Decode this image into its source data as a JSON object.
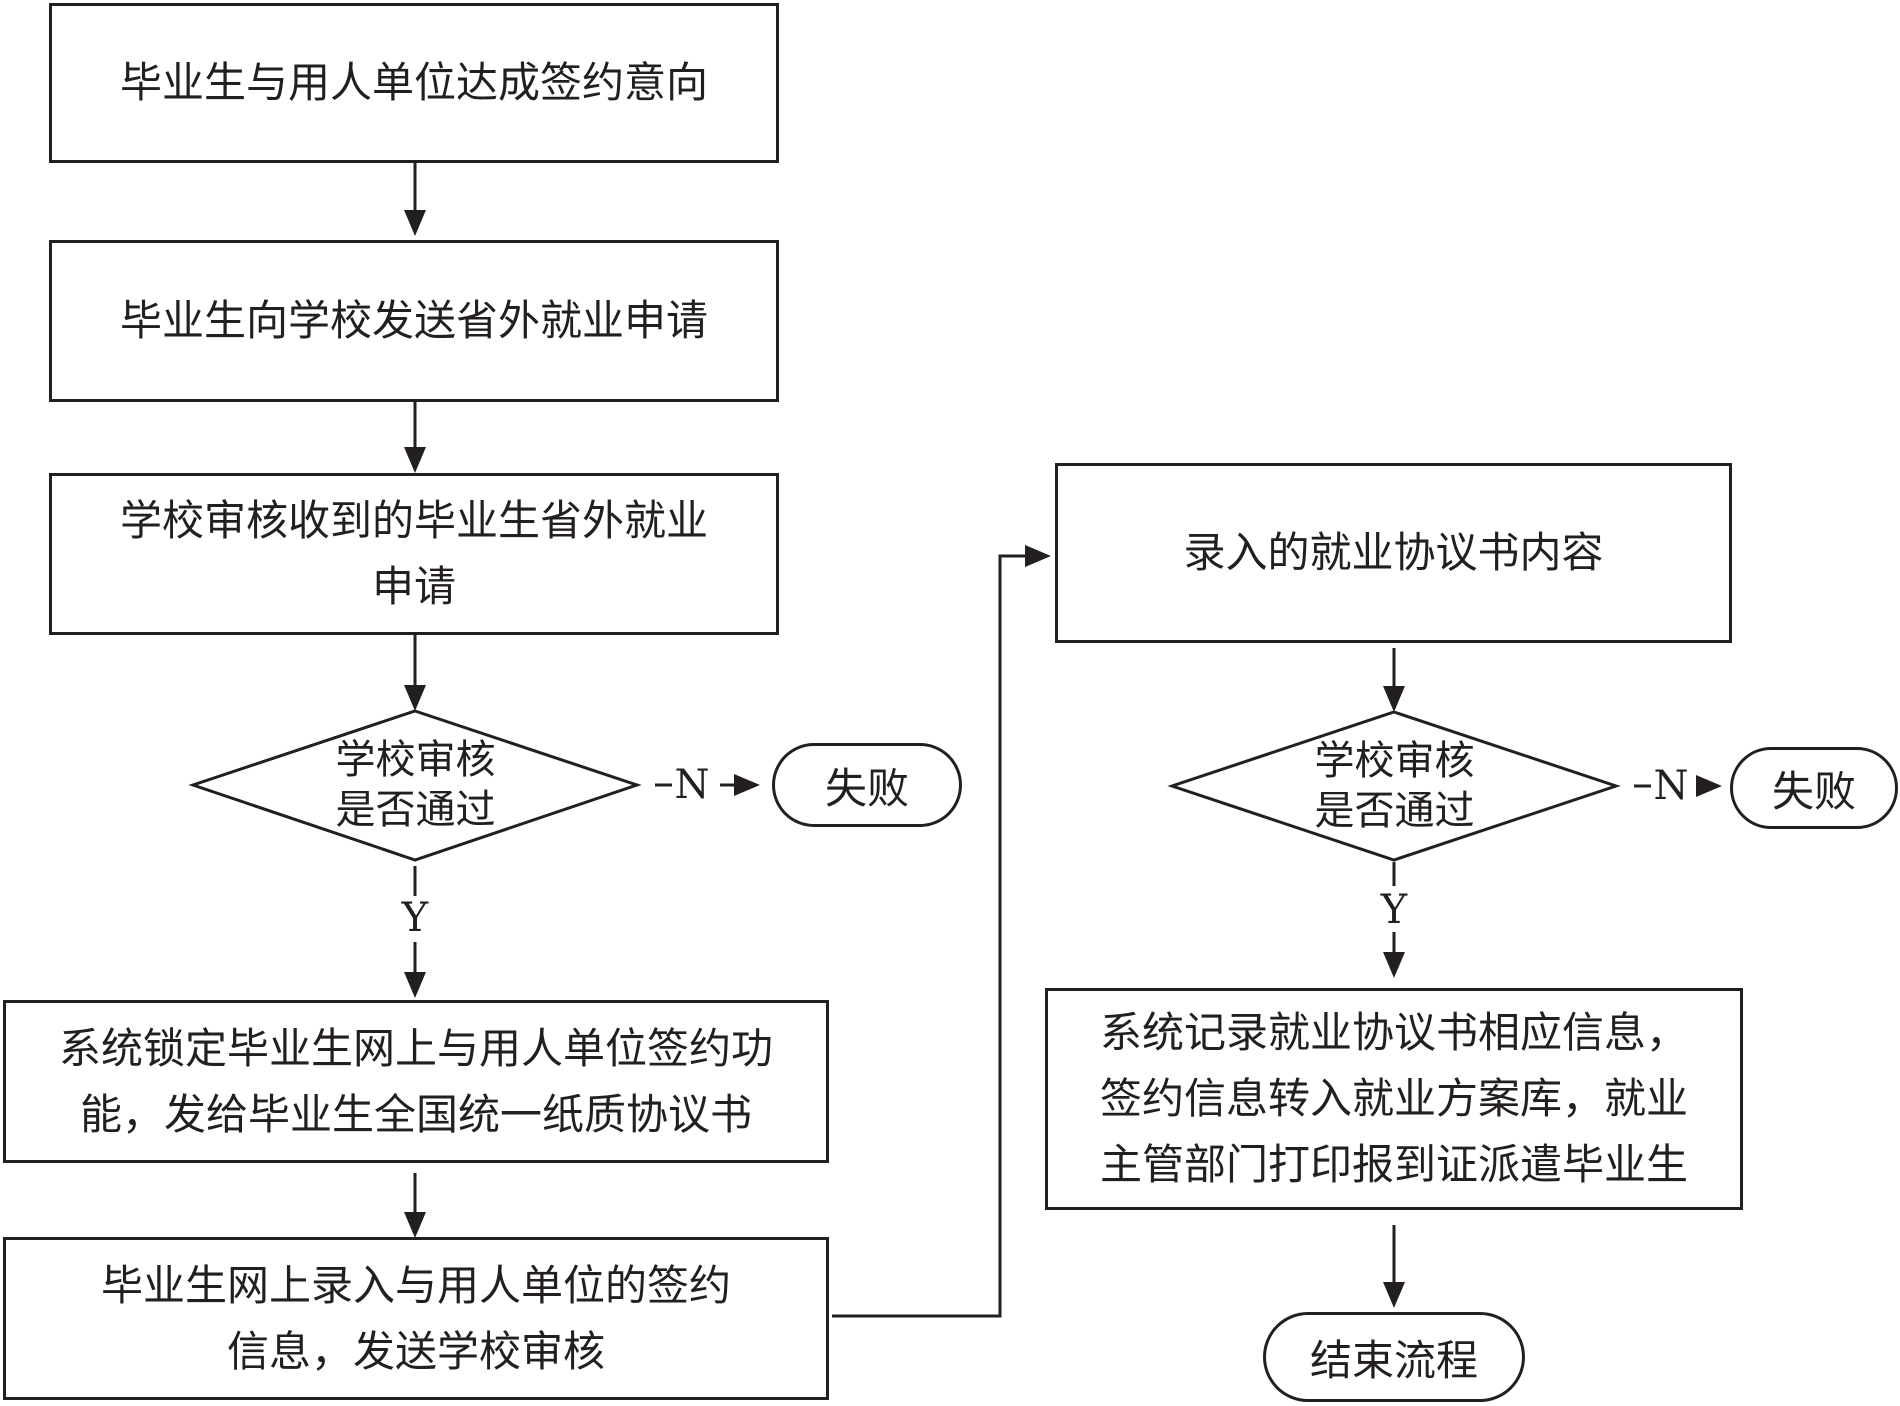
{
  "diagram": {
    "left_column": {
      "step1": "毕业生与用人单位达成签约意向",
      "step2": "毕业生向学校发送省外就业申请",
      "step3_line1": "学校审核收到的毕业生省外就业",
      "step3_line2": "申请",
      "decision_line1": "学校审核",
      "decision_line2": "是否通过",
      "no_label": "N",
      "yes_label": "Y",
      "fail": "失败",
      "step4_line1": "系统锁定毕业生网上与用人单位签约功",
      "step4_line2": "能，发给毕业生全国统一纸质协议书",
      "step5_line1": "毕业生网上录入与用人单位的签约",
      "step5_line2": "信息，发送学校审核"
    },
    "right_column": {
      "step1": "录入的就业协议书内容",
      "decision_line1": "学校审核",
      "decision_line2": "是否通过",
      "no_label": "N",
      "yes_label": "Y",
      "fail": "失败",
      "step2_line1": "系统记录就业协议书相应信息，",
      "step2_line2": "签约信息转入就业方案库，就业",
      "step2_line3": "主管部门打印报到证派遣毕业生",
      "end": "结束流程"
    }
  }
}
